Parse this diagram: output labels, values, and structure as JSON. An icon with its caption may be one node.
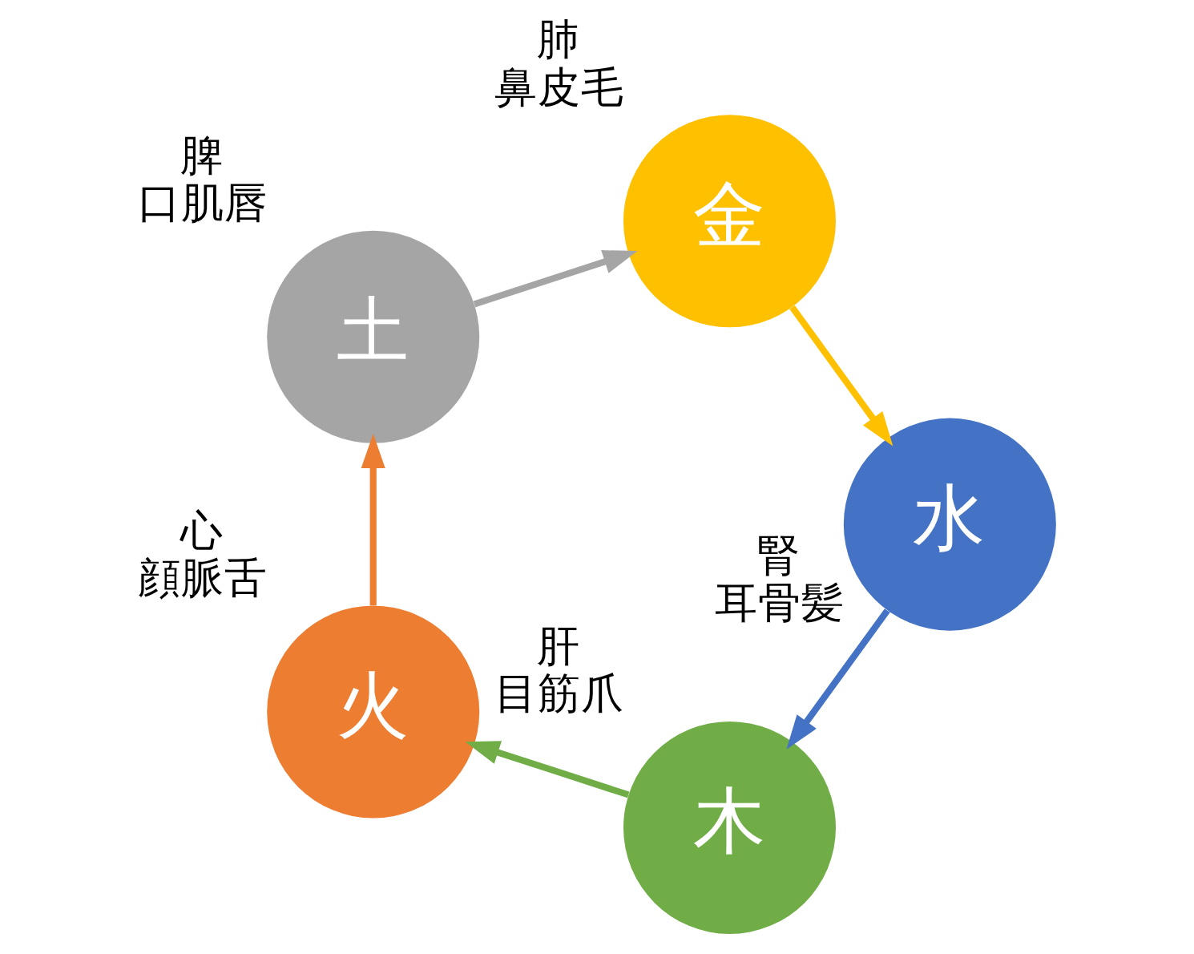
{
  "diagram": {
    "nodes": [
      {
        "text": [
          "火"
        ],
        "beside": [
          "心",
          "顔脈舌"
        ]
      },
      {
        "text": [
          "土"
        ],
        "beside": [
          "脾",
          "口肌唇"
        ]
      },
      {
        "text": [
          "金"
        ],
        "beside": [
          "肺",
          "鼻皮毛"
        ]
      },
      {
        "text": [
          "水"
        ],
        "beside": [
          "腎",
          "耳骨髪"
        ]
      },
      {
        "text": [
          "木"
        ],
        "beside": [
          "肝",
          "目筋爪"
        ]
      }
    ],
    "edges": [
      {
        "from": 4,
        "to": 0,
        "arrow": "to",
        "color": "#70ad47"
      },
      {
        "from": 0,
        "to": 1,
        "arrow": "to",
        "color": "#ed7d31"
      },
      {
        "from": 1,
        "to": 2,
        "arrow": "to",
        "color": "#a5a5a5"
      },
      {
        "from": 2,
        "to": 3,
        "arrow": "to",
        "color": "#ffc000"
      },
      {
        "from": 3,
        "to": 4,
        "arrow": "to",
        "color": "#4472c4"
      }
    ]
  }
}
